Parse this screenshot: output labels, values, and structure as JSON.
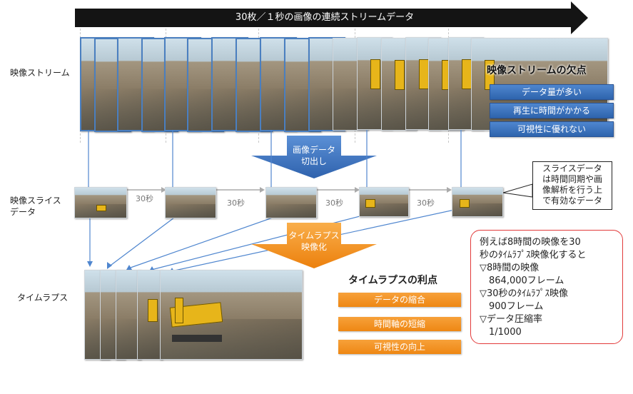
{
  "top_arrow": {
    "label": "30枚／１秒の画像の連続ストリームデータ"
  },
  "row_labels": {
    "stream": "映像ストリーム",
    "slice": "映像スライス\nデータ",
    "timelapse": "タイムラプス"
  },
  "down_arrow_cut": {
    "label": "画像データ\n切出し"
  },
  "down_arrow_timelapse": {
    "label": "タイムラプス\n映像化"
  },
  "interval_labels": [
    "30秒",
    "30秒",
    "30秒",
    "30秒"
  ],
  "stream_drawbacks": {
    "title": "映像ストリームの欠点",
    "items": [
      "データ量が多い",
      "再生に時間がかかる",
      "可視性に優れない"
    ]
  },
  "slice_callout": {
    "text": "スライスデータ\nは時間同期や画\n像解析を行う上\nで有効なデータ"
  },
  "timelapse_benefits": {
    "title": "タイムラプスの利点",
    "items": [
      "データの縮合",
      "時間軸の短縮",
      "可視性の向上"
    ]
  },
  "example_box": {
    "lines": [
      "例えば8時間の映像を30",
      "秒のﾀｲﾑﾗﾌﾟｽ映像化すると",
      "▽8時間の映像",
      "　864,000フレーム",
      "▽30秒のﾀｲﾑﾗﾌﾟｽ映像",
      "　900フレーム",
      "▽データ圧縮率",
      "　1/1000"
    ]
  },
  "colors": {
    "blue_accent": "#2e64ad",
    "orange_accent": "#ee8713",
    "callout_border": "#e23a3a"
  }
}
